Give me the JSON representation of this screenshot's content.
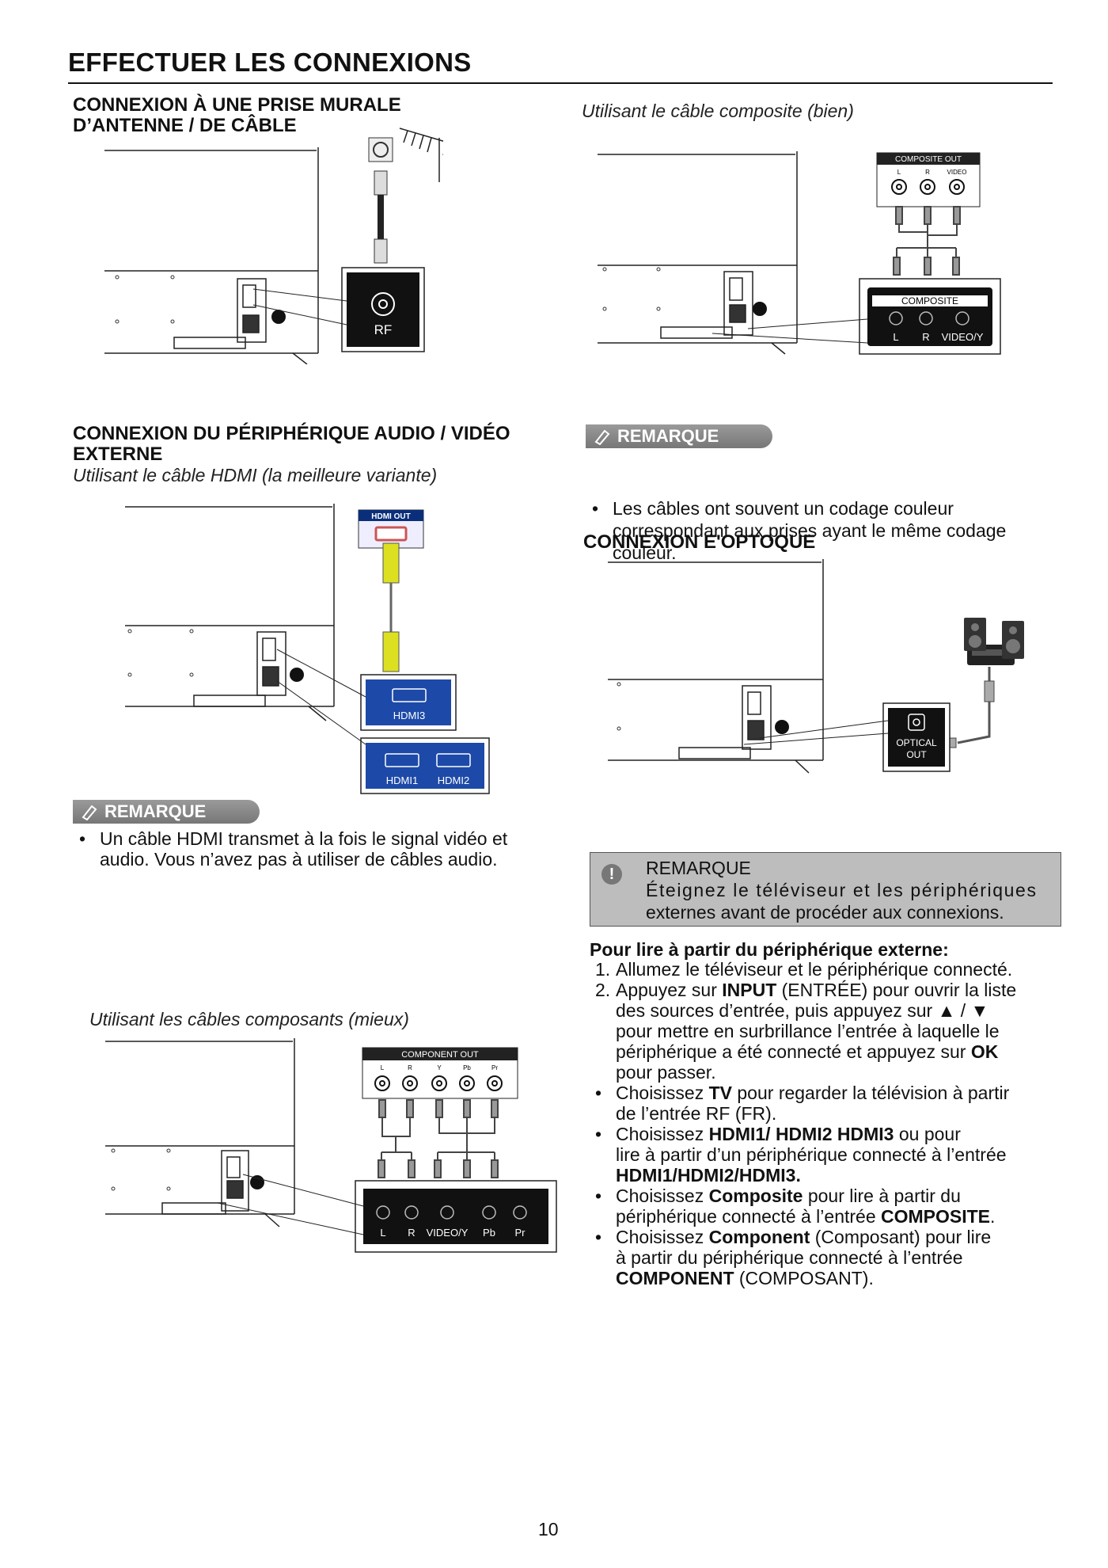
{
  "page": {
    "title": "EFFECTUER LES CONNEXIONS",
    "page_number": "10"
  },
  "antenna": {
    "heading_line1": "CONNEXION À UNE PRISE MURALE",
    "heading_line2": "D’ANTENNE / DE CÂBLE",
    "port_label": "RF"
  },
  "composite": {
    "subtitle": "Utilisant le câble composite (bien)",
    "out_panel_title": "COMPOSITE OUT",
    "out_labels": [
      "L",
      "R",
      "VIDEO"
    ],
    "in_panel_title": "COMPOSITE",
    "in_labels": [
      "L",
      "R",
      "VIDEO/Y"
    ]
  },
  "av_external": {
    "heading_line1": "CONNEXION DU PÉRIPHÉRIQUE AUDIO / VIDÉO",
    "heading_line2": "EXTERNE",
    "subtitle": "Utilisant le câble HDMI (la meilleure variante)",
    "hdmi_out_label": "HDMI OUT",
    "hdmi3_label": "HDMI3",
    "hdmi1_label": "HDMI1",
    "hdmi2_label": "HDMI2"
  },
  "note_hdmi": {
    "label": "REMARQUE",
    "text_line1": "Un câble HDMI transmet à la fois le signal vidéo et",
    "text_line2": "audio. Vous n’avez pas à utiliser de câbles audio."
  },
  "note_cables": {
    "label": "REMARQUE",
    "text_line1": "Les câbles ont souvent un codage couleur",
    "text_line2": "correspondant aux prises ayant le même codage",
    "text_line3": "couleur."
  },
  "optical": {
    "heading": "CONNEXION E'OPTOQUE",
    "port_line1": "OPTICAL",
    "port_line2": "OUT"
  },
  "component": {
    "subtitle": "Utilisant les câbles composants (mieux)",
    "out_panel_title": "COMPONENT OUT",
    "out_labels": [
      "L",
      "R",
      "Y",
      "Pb",
      "Pr"
    ],
    "in_labels": [
      "L",
      "R",
      "VIDEO/Y",
      "Pb",
      "Pr"
    ]
  },
  "warning_box": {
    "title": "REMARQUE",
    "text_line1": "Éteignez le téléviseur et les périphériques",
    "text_line2": "externes avant de procéder aux connexions."
  },
  "playback": {
    "heading": "Pour lire à partir du périphérique externe:",
    "step1_num": "1.",
    "step1": "Allumez le téléviseur et le périphérique connecté.",
    "step2_num": "2.",
    "step2_a": "Appuyez sur ",
    "step2_input": "INPUT",
    "step2_b": " (ENTRÉE) pour ouvrir la liste",
    "step2_c": "des sources d’entrée, puis appuyez sur ▲ / ▼",
    "step2_d": "pour mettre en surbrillance l’entrée à laquelle le",
    "step2_e": "périphérique a été connecté et appuyez sur ",
    "step2_ok": "OK",
    "step2_f": "pour passer.",
    "b1_a": "Choisissez ",
    "b1_tv": "TV",
    "b1_b": " pour regarder la télévision à partir",
    "b1_c": "de l’entrée RF (FR).",
    "b2_a": "Choisissez ",
    "b2_hdmi": "HDMI1/ HDMI2 HDMI3",
    "b2_b": "  ou pour",
    "b2_c": "lire à partir d’un périphérique connecté à l’entrée",
    "b2_d": "HDMI1/HDMI2/HDMI3.",
    "b3_a": "Choisissez ",
    "b3_comp": "Composite",
    "b3_b": " pour lire à partir du",
    "b3_c": "périphérique connecté à l’entrée ",
    "b3_comp2": "COMPOSITE",
    "b3_d": ".",
    "b4_a": "Choisissez ",
    "b4_comp": "Component",
    "b4_b": " (Composant) pour lire",
    "b4_c": "à partir du périphérique connecté à l’entrée",
    "b4_comp2": "COMPONENT",
    "b4_d": " (COMPOSANT)."
  }
}
